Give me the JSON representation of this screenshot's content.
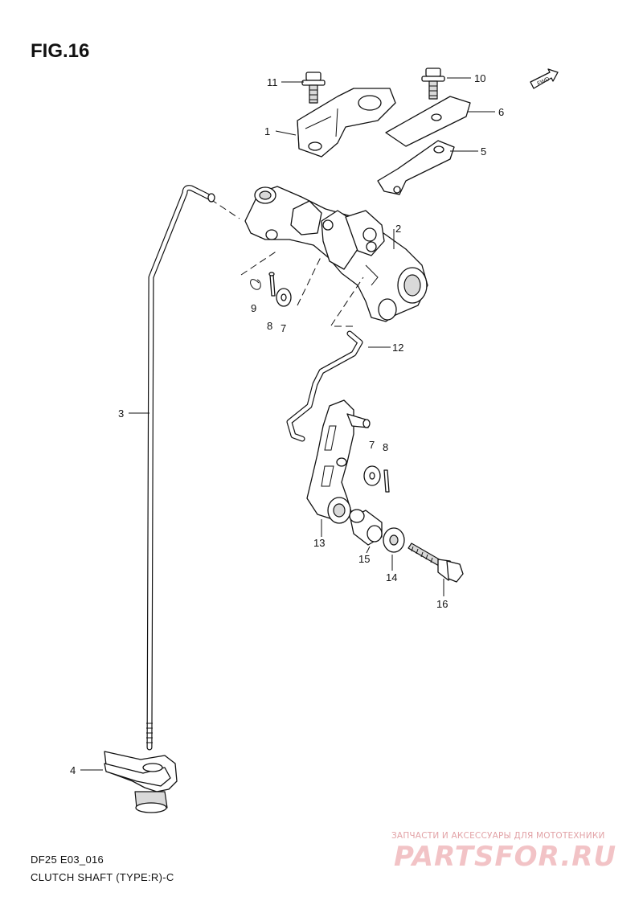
{
  "figure": {
    "title": "FIG.16",
    "fwd_label": "FWD"
  },
  "callouts": [
    {
      "id": "c1",
      "label": "1"
    },
    {
      "id": "c2",
      "label": "2"
    },
    {
      "id": "c3",
      "label": "3"
    },
    {
      "id": "c4",
      "label": "4"
    },
    {
      "id": "c5",
      "label": "5"
    },
    {
      "id": "c6",
      "label": "6"
    },
    {
      "id": "c7a",
      "label": "7"
    },
    {
      "id": "c7b",
      "label": "7"
    },
    {
      "id": "c8a",
      "label": "8"
    },
    {
      "id": "c8b",
      "label": "8"
    },
    {
      "id": "c9",
      "label": "9"
    },
    {
      "id": "c10",
      "label": "10"
    },
    {
      "id": "c11",
      "label": "11"
    },
    {
      "id": "c12",
      "label": "12"
    },
    {
      "id": "c13",
      "label": "13"
    },
    {
      "id": "c14",
      "label": "14"
    },
    {
      "id": "c15",
      "label": "15"
    },
    {
      "id": "c16",
      "label": "16"
    }
  ],
  "footer": {
    "model_code": "DF25 E03_016",
    "caption": "CLUTCH SHAFT (TYPE:R)-C"
  },
  "watermark": {
    "tagline": "ЗАПЧАСТИ И АКСЕССУАРЫ ДЛЯ МОТОТЕХНИКИ",
    "brand": "PARTSFOR.RU"
  }
}
